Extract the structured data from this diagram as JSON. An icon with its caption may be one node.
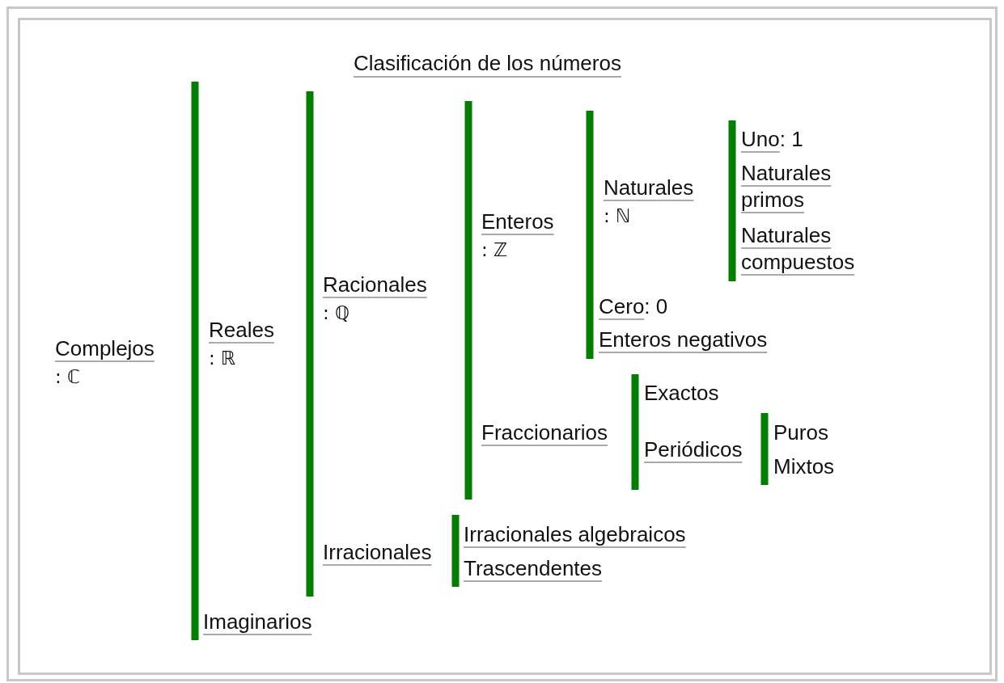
{
  "diagram": {
    "title": "Clasificación de los números",
    "nodes": [
      {
        "text": [
          "Complejos",
          ": ℂ"
        ]
      },
      {
        "text": [
          "Reales",
          ": ℝ"
        ]
      },
      {
        "text": [
          "Racionales",
          ": ℚ"
        ]
      },
      {
        "text": [
          "Enteros",
          ": ℤ"
        ]
      },
      {
        "text": [
          "Naturales",
          ": ℕ"
        ]
      },
      {
        "text": [
          "Uno: 1"
        ]
      },
      {
        "text": [
          "Naturales primos"
        ]
      },
      {
        "text": [
          "Naturales compuestos"
        ]
      },
      {
        "text": [
          "Cero: 0"
        ]
      },
      {
        "text": [
          "Enteros negativos"
        ]
      },
      {
        "text": [
          "Fraccionarios"
        ]
      },
      {
        "text": [
          "Exactos"
        ]
      },
      {
        "text": [
          "Periódicos"
        ]
      },
      {
        "text": [
          "Puros"
        ]
      },
      {
        "text": [
          "Mixtos"
        ]
      },
      {
        "text": [
          "Irracionales"
        ]
      },
      {
        "text": [
          "Irracionales algebraicos"
        ]
      },
      {
        "text": [
          "Trascendentes"
        ]
      },
      {
        "text": [
          "Imaginarios"
        ]
      }
    ]
  }
}
